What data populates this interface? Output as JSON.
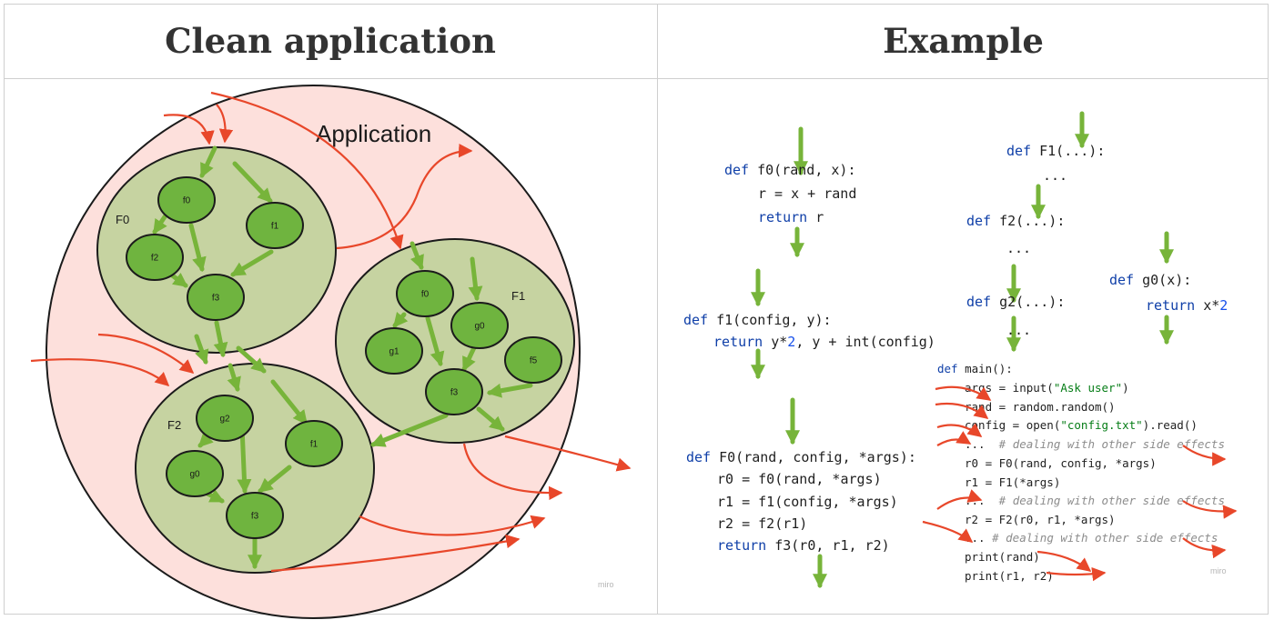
{
  "headers": {
    "left": "Clean application",
    "right": "Example"
  },
  "diagram": {
    "application_label": "Application",
    "groups": {
      "F0": {
        "label": "F0",
        "nodes": [
          "f0",
          "f1",
          "f2",
          "f3"
        ]
      },
      "F1": {
        "label": "F1",
        "nodes": [
          "f0",
          "g0",
          "g1",
          "f5",
          "f3"
        ]
      },
      "F2": {
        "label": "F2",
        "nodes": [
          "g2",
          "f1",
          "g0",
          "f3"
        ]
      }
    },
    "watermark": "miro",
    "colors": {
      "application_fill": "#fde0dc",
      "group_fill": "#c6d3a1",
      "node_fill": "#6fb43f",
      "flow_arrow": "#77b43a",
      "side_effect_arrow": "#e8472a"
    }
  },
  "code": {
    "f0": {
      "line1_kw": "def",
      "line1_rest": " f0(rand, x):",
      "line2": "r = x + rand",
      "line3_kw": "return",
      "line3_rest": " r"
    },
    "f1": {
      "line1_kw": "def",
      "line1_rest": " f1(config, y):",
      "line2_kw": "return",
      "line2_a": " y*",
      "line2_num": "2",
      "line2_b": ", y + int(config)"
    },
    "F0": {
      "line1_kw": "def",
      "line1_rest": " F0(rand, config, *args):",
      "line2": "r0 = f0(rand, *args)",
      "line3": "r1 = f1(config, *args)",
      "line4": "r2 = f2(r1)",
      "line5_kw": "return",
      "line5_rest": " f3(r0, r1, r2)"
    },
    "F1": {
      "line1_kw": "def",
      "line1_rest": " F1(...):",
      "line2": "..."
    },
    "f2": {
      "line1_kw": "def",
      "line1_rest": " f2(...):",
      "line2": "..."
    },
    "g2": {
      "line1_kw": "def",
      "line1_rest": " g2(...):",
      "line2": "..."
    },
    "g0": {
      "line1_kw": "def",
      "line1_rest": " g0(x):",
      "line2_kw": "return",
      "line2_a": " x*",
      "line2_num": "2"
    },
    "main": {
      "line1_kw": "def",
      "line1_rest": " main():",
      "args_a": "args = input(",
      "args_str": "\"Ask user\"",
      "args_b": ")",
      "rand": "rand = random.random()",
      "config_a": "config = open(",
      "config_str": "\"config.txt\"",
      "config_b": ").read()",
      "c1_a": "...  ",
      "c1_cmt": "# dealing with other side effects",
      "r0": "r0 = F0(rand, config, *args)",
      "r1": "r1 = F1(*args)",
      "c2_a": "...  ",
      "c2_cmt": "# dealing with other side effects",
      "r2": "r2 = F2(r0, r1, *args)",
      "c3_a": "... ",
      "c3_cmt": "# dealing with other side effects",
      "p1": "print(rand)",
      "p2": "print(r1, r2)"
    },
    "watermark": "miro"
  }
}
